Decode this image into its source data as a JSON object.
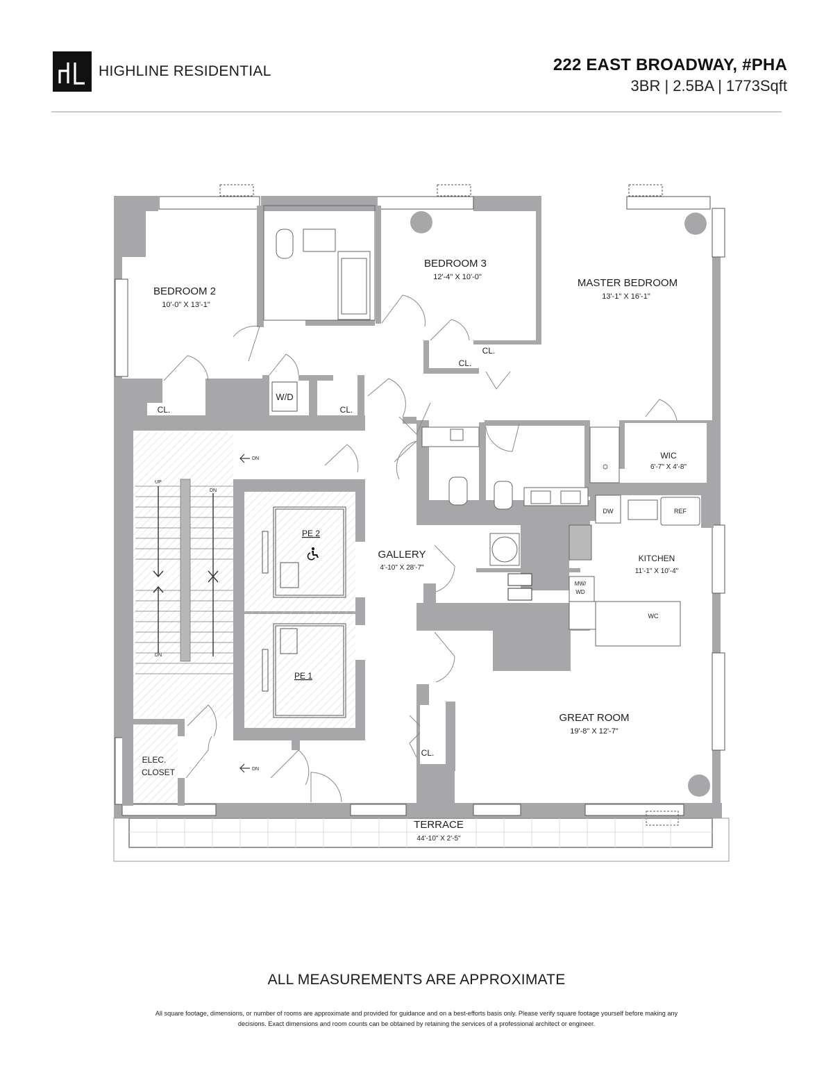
{
  "header": {
    "logo_monogram": "HL",
    "brand_name": "HIGHLINE RESIDENTIAL",
    "address": "222 EAST BROADWAY, #PHA",
    "specs": "3BR | 2.5BA | 1773Sqft"
  },
  "colors": {
    "wall": "#a7a7a9",
    "logo_bg": "#111111",
    "rule": "#c9c9c9"
  },
  "plan": {
    "rooms": {
      "bedroom2": {
        "name": "BEDROOM 2",
        "dims": "10'-0\" X 13'-1\""
      },
      "bedroom3": {
        "name": "BEDROOM 3",
        "dims": "12'-4\" X 10'-0\""
      },
      "master": {
        "name": "MASTER BEDROOM",
        "dims": "13'-1\" X 16'-1\""
      },
      "wic": {
        "name": "WIC",
        "dims": "6'-7\" X 4'-8\""
      },
      "kitchen": {
        "name": "KITCHEN",
        "dims": "11'-1\" X 10'-4\""
      },
      "gallery": {
        "name": "GALLERY",
        "dims": "4'-10\" X 28'-7\""
      },
      "great_room": {
        "name": "GREAT ROOM",
        "dims": "19'-8\" X 12'-7\""
      },
      "terrace": {
        "name": "TERRACE",
        "dims": "44'-10\" X 2'-5\""
      },
      "elec_closet": {
        "line1": "ELEC.",
        "line2": "CLOSET"
      },
      "pe2": {
        "name": "PE 2"
      },
      "pe1": {
        "name": "PE 1"
      }
    },
    "fixtures": {
      "wd": "W/D",
      "closet": "CL.",
      "dw": "DW",
      "ref": "REF",
      "mw_wd_1": "MW/",
      "mw_wd_2": "WD",
      "wc": "WC",
      "stair_up": "UP",
      "stair_dn": "DN",
      "arrow_dn": "DN"
    }
  },
  "footer": {
    "headline": "ALL MEASUREMENTS ARE APPROXIMATE",
    "disclaimer_line1": "All square footage, dimensions, or number of rooms are approximate and provided for guidance and on a best-efforts basis only. Please verify square footage yourself before making any",
    "disclaimer_line2": "decisions. Exact dimensions and room counts can be obtained by retaining the services of a professional architect or engineer."
  }
}
